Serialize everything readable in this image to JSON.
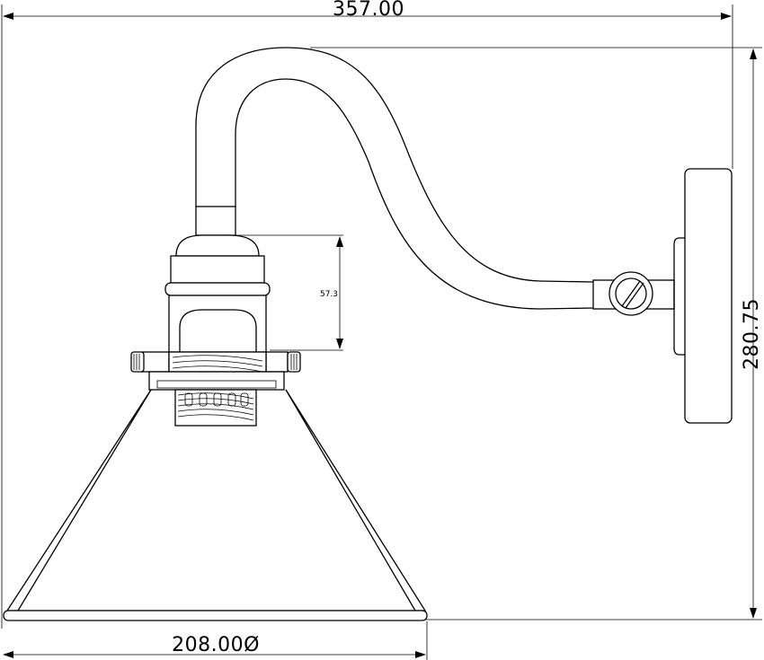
{
  "dimensions": {
    "overall_width": "357.00",
    "overall_height": "280.75",
    "shade_diameter": "208.00Ø",
    "socket_height": "57.3"
  }
}
